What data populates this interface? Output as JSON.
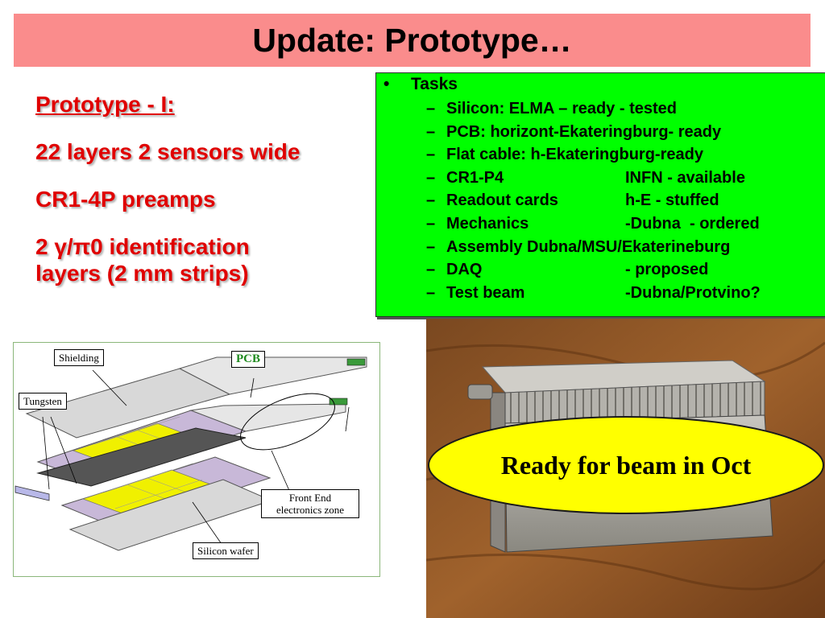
{
  "title": "Update: Prototype…",
  "left": {
    "heading": "Prototype - I:",
    "line1": "22 layers 2 sensors wide",
    "line2": "CR1-4P preamps",
    "line3a": "2 γ/π0 identification",
    "line3b": "layers (2 mm strips)"
  },
  "tasks": {
    "bullet": "•",
    "heading": "Tasks",
    "dash": "–",
    "items": [
      {
        "name": "Silicon: ELMA – ready - tested",
        "status": ""
      },
      {
        "name": "PCB: horizont-Ekateringburg- ready",
        "status": ""
      },
      {
        "name": "Flat cable: h-Ekateringburg-ready",
        "status": ""
      },
      {
        "name": "CR1-P4",
        "status": "INFN - available"
      },
      {
        "name": "Readout cards",
        "status": "h-E - stuffed"
      },
      {
        "name": "Mechanics",
        "status": "-Dubna  - ordered"
      },
      {
        "name": "Assembly Dubna/MSU/Ekaterineburg",
        "status": ""
      },
      {
        "name": "DAQ",
        "status": "- proposed"
      },
      {
        "name": "Test beam",
        "status": "-Dubna/Protvino?"
      }
    ]
  },
  "diagram": {
    "shielding": "Shielding",
    "pcb": "PCB",
    "tungsten": "Tungsten",
    "front_end_1": "Front End",
    "front_end_2": "electronics zone",
    "silicon_wafer": "Silicon wafer"
  },
  "callout": "Ready for beam in Oct",
  "colors": {
    "title_bg": "#fa8c8c",
    "left_text": "#e00000",
    "tasks_bg": "#00ff00",
    "callout_bg": "#ffff00",
    "sensor_yellow": "#f0f000",
    "sensor_purple": "#c8b8d8",
    "pcb_label": "#1f8a1f"
  }
}
